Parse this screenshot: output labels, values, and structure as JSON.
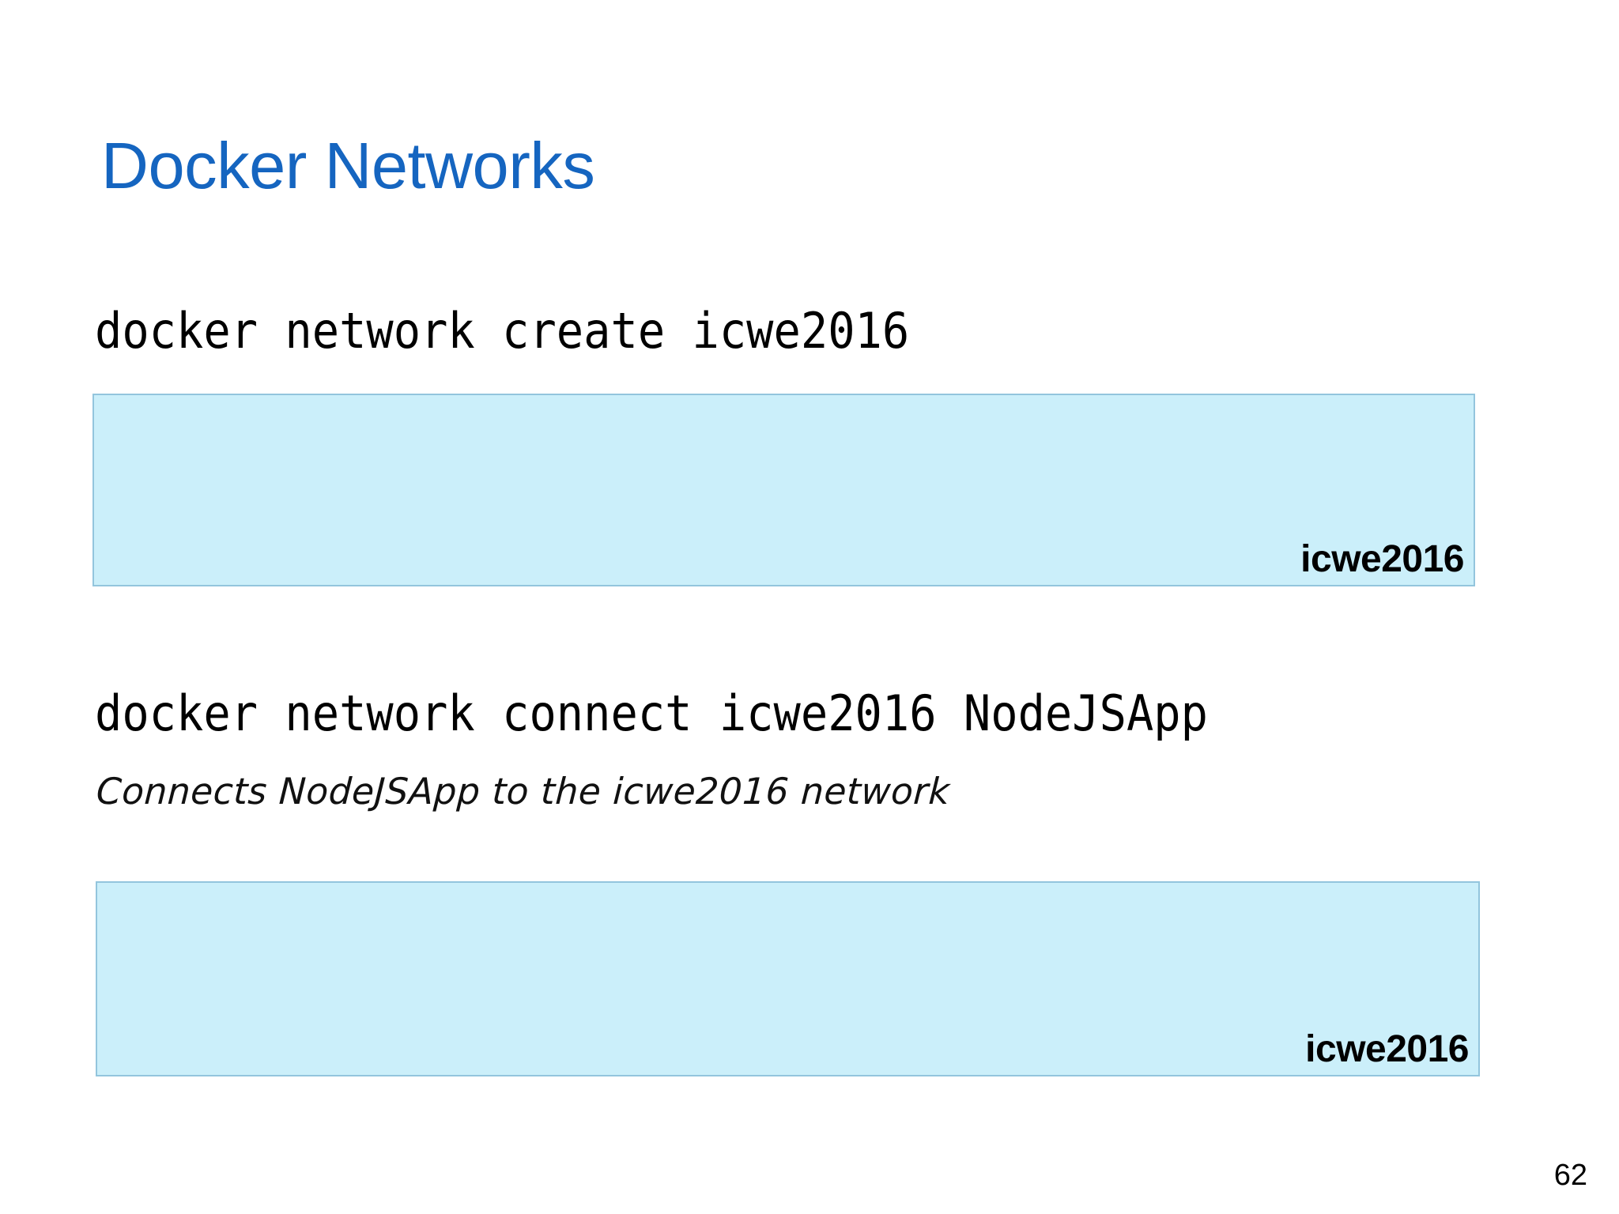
{
  "slide": {
    "title": "Docker Networks",
    "page_number": "62",
    "background_color": "#ffffff",
    "title_color": "#1565c0"
  },
  "sections": [
    {
      "command": "docker network create icwe2016",
      "network_box": {
        "label": "icwe2016",
        "fill_color": "#cbeffa",
        "border_color": "#93c5dd"
      }
    },
    {
      "command": "docker network connect icwe2016 NodeJSApp",
      "annotation": "Connects NodeJSApp to the icwe2016 network",
      "network_box": {
        "label": "icwe2016",
        "fill_color": "#cbeffa",
        "border_color": "#93c5dd"
      }
    }
  ]
}
